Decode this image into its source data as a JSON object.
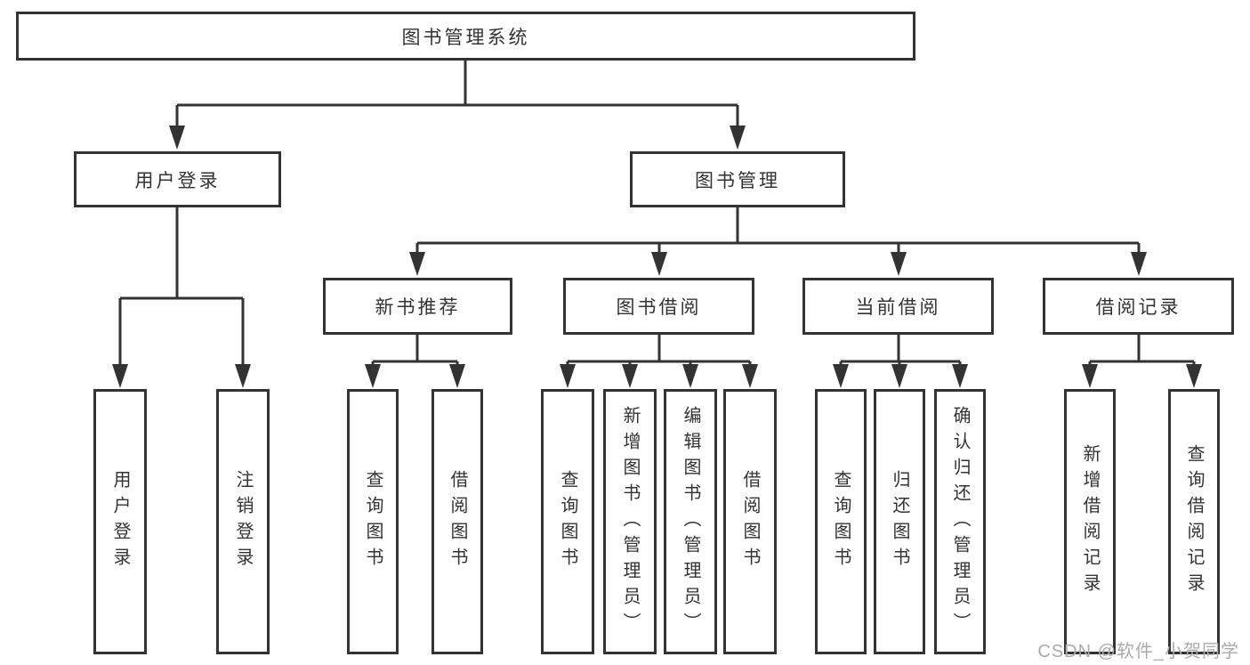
{
  "diagram": {
    "root": {
      "label": "图书管理系统"
    },
    "level2": {
      "user_login": {
        "label": "用户登录"
      },
      "book_mgmt": {
        "label": "图书管理"
      }
    },
    "level3": {
      "new_book_rec": {
        "label": "新书推荐"
      },
      "book_borrow": {
        "label": "图书借阅"
      },
      "current_borrow": {
        "label": "当前借阅"
      },
      "borrow_records": {
        "label": "借阅记录"
      }
    },
    "leaves": {
      "user_login": [
        "用户登录",
        "注销登录"
      ],
      "new_book_rec": [
        "查询图书",
        "借阅图书"
      ],
      "book_borrow": [
        "查询图书",
        "新增图书（管理员）",
        "编辑图书（管理员）",
        "借阅图书"
      ],
      "current_borrow": [
        "查询图书",
        "归还图书",
        "确认归还（管理员）"
      ],
      "borrow_records": [
        "新增借阅记录",
        "查询借阅记录"
      ]
    }
  },
  "watermark": "CSDN @软件_小贺同学",
  "colors": {
    "line": "#333333",
    "text": "#333333",
    "watermark": "#ababab",
    "background": "#ffffff"
  }
}
